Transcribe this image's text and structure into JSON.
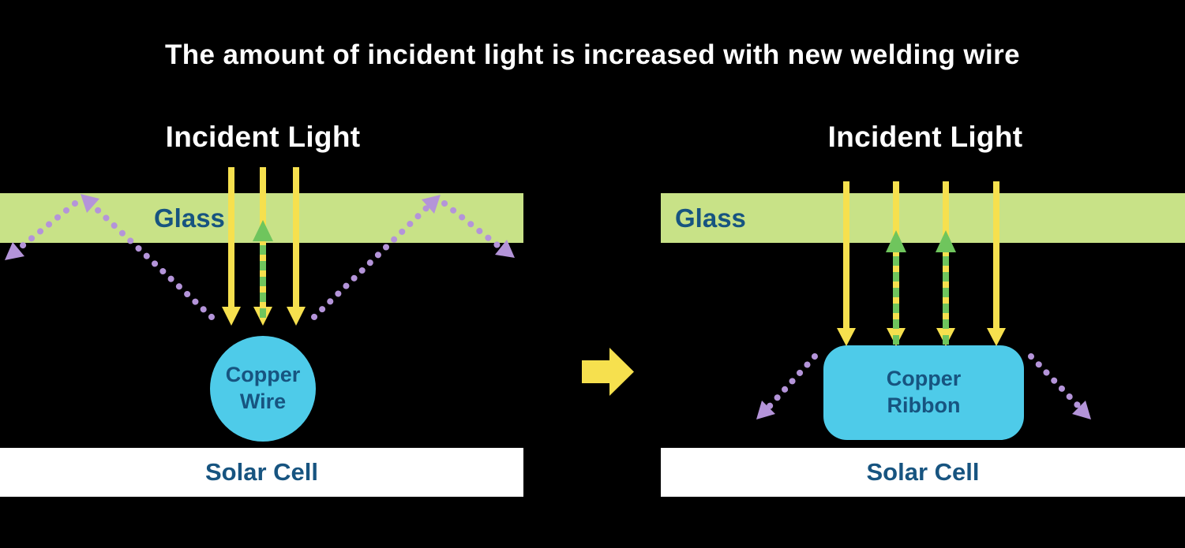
{
  "title": "The amount of incident light is increased with new welding wire",
  "colors": {
    "background": "#000000",
    "glass_green": "#c8e287",
    "arrow_yellow": "#f6e04e",
    "arrow_green": "#6fc55d",
    "arrow_purple": "#b494d9",
    "copper_cyan": "#4ecbe9",
    "text_blue": "#175480",
    "solar_white": "#ffffff",
    "title_white": "#ffffff"
  },
  "left_panel": {
    "incident_light_label": "Incident Light",
    "glass_label": "Glass",
    "conductor_label": "Copper Wire",
    "solar_cell_label": "Solar Cell"
  },
  "right_panel": {
    "incident_light_label": "Incident Light",
    "glass_label": "Glass",
    "conductor_label": "Copper Ribbon",
    "solar_cell_label": "Solar Cell"
  }
}
